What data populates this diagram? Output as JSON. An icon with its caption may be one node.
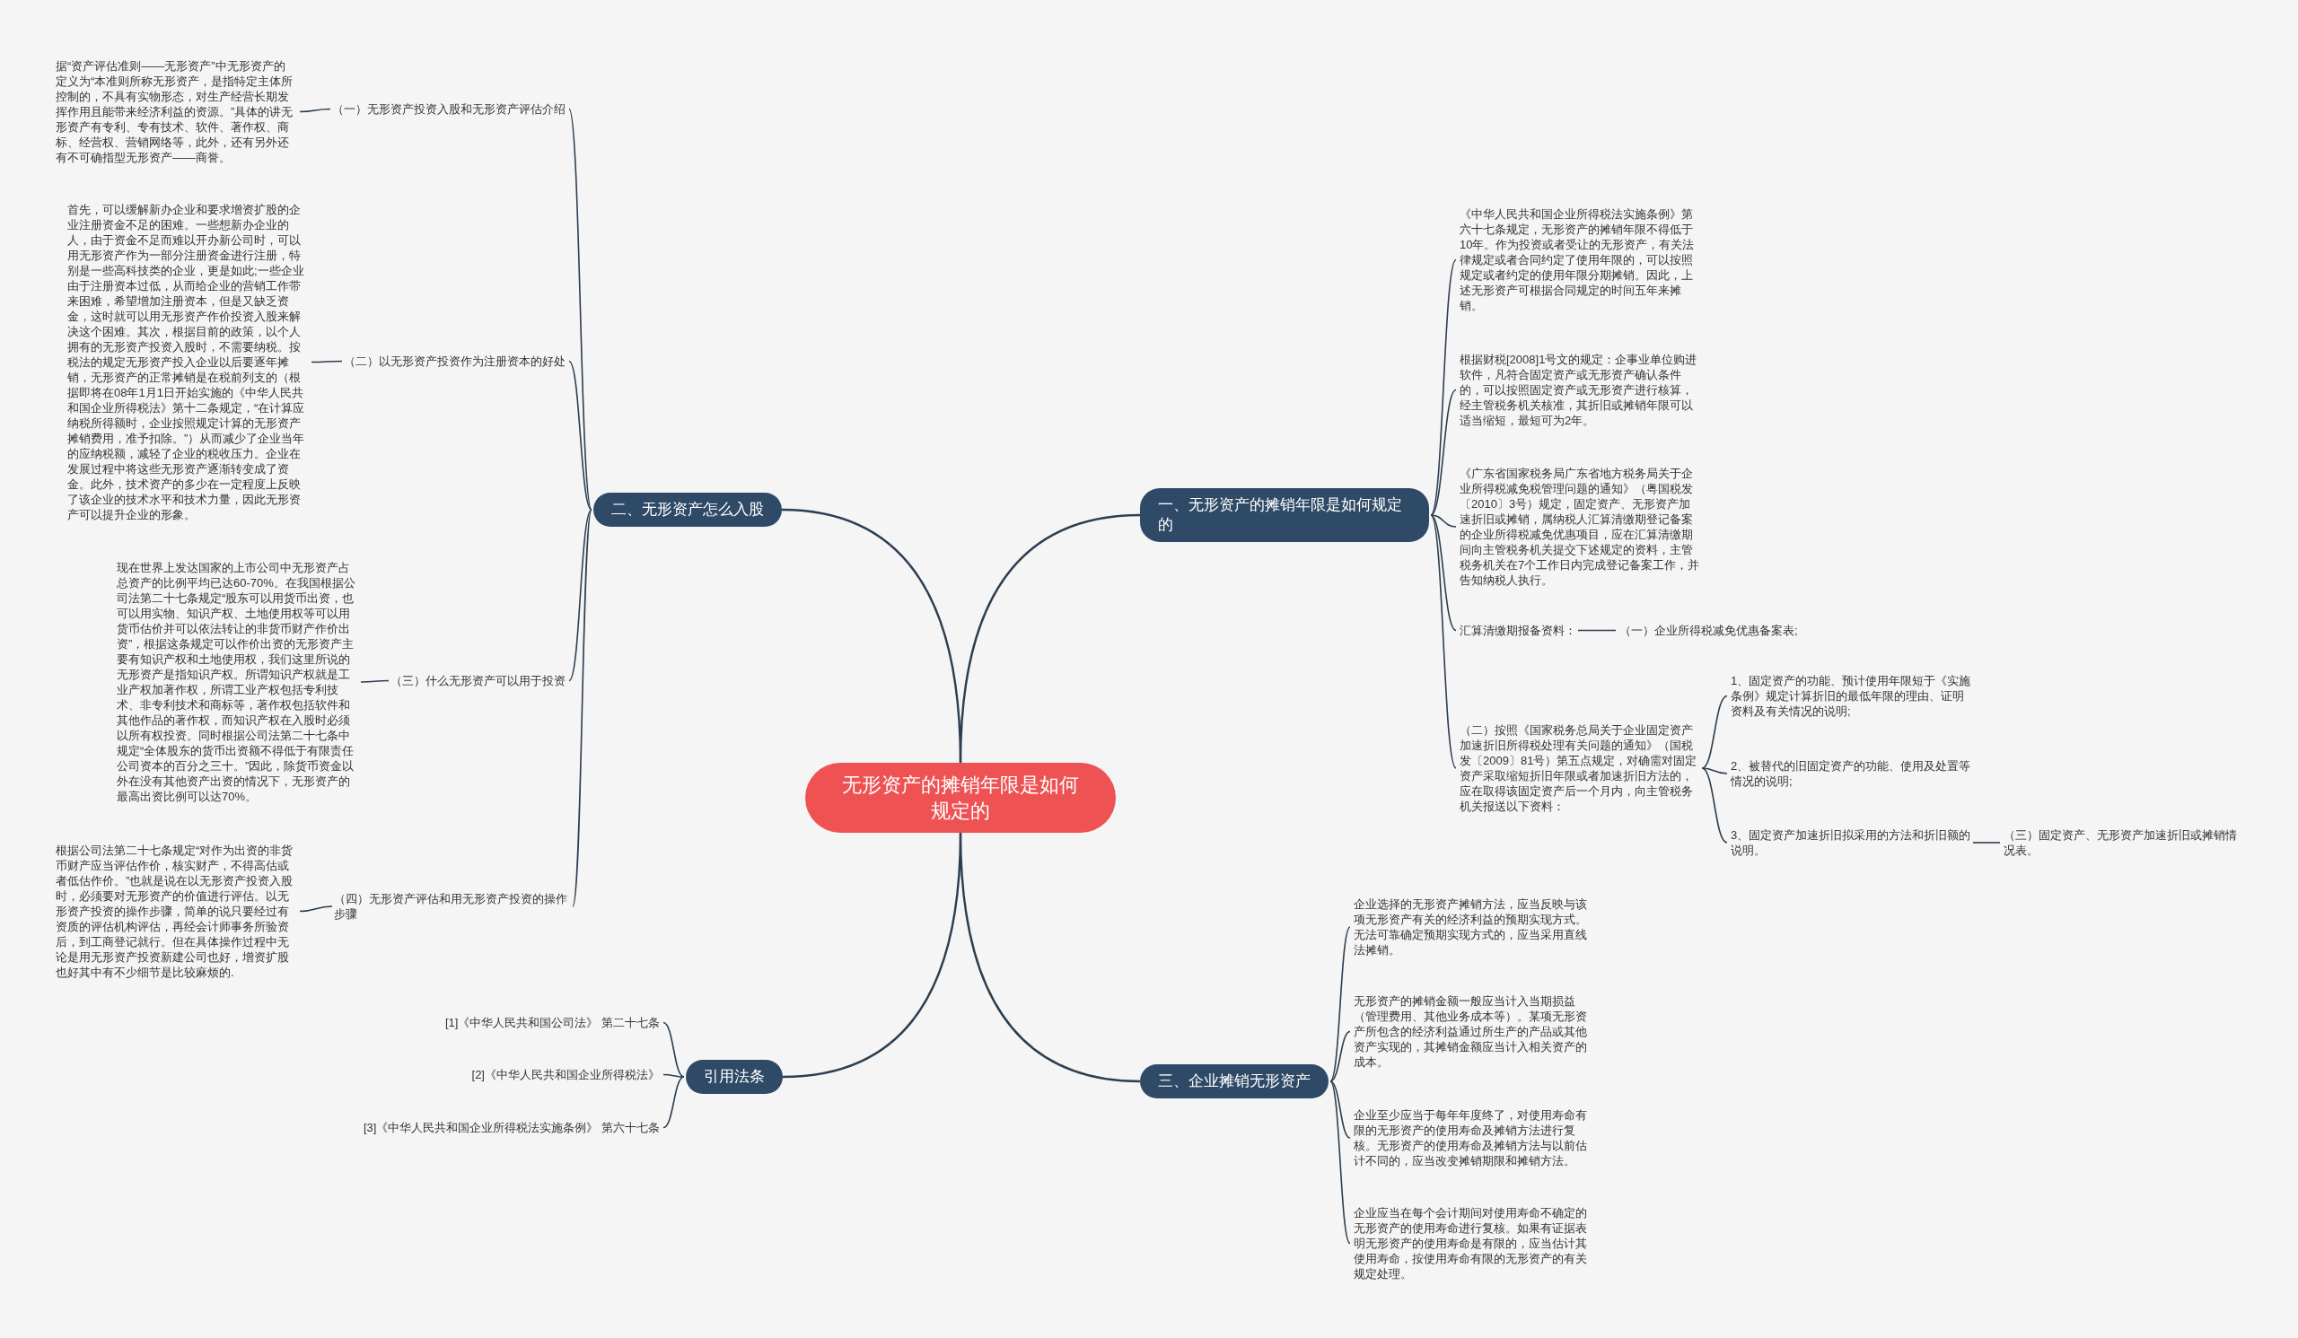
{
  "diagram": {
    "nodes": [
      {
        "text": [
          "无形资产的摊销年限是如何规定的"
        ]
      },
      {
        "text": [
          "一、无形资产的摊销年限是如何规定的"
        ]
      },
      {
        "text": [
          "二、无形资产怎么入股"
        ]
      },
      {
        "text": [
          "三、企业摊销无形资产"
        ]
      },
      {
        "text": [
          "引用法条"
        ]
      },
      {
        "text": [
          "《中华人民共和国企业所得税法实施条例》第六十七条规定，无形资产的摊销年限不得低于10年。作为投资或者受让的无形资产，有关法律规定或者合同约定了使用年限的，可以按照规定或者约定的使用年限分期摊销。因此，上述无形资产可根据合同规定的时间五年来摊销。"
        ]
      },
      {
        "text": [
          "根据财税[2008]1号文的规定：企事业单位购进软件，凡符合固定资产或无形资产确认条件的，可以按照固定资产或无形资产进行核算，经主管税务机关核准，其折旧或摊销年限可以适当缩短，最短可为2年。"
        ]
      },
      {
        "text": [
          "《广东省国家税务局广东省地方税务局关于企业所得税减免税管理问题的通知》（粤国税发〔2010〕3号）规定，固定资产、无形资产加速折旧或摊销，属纳税人汇算清缴期登记备案的企业所得税减免优惠项目，应在汇算清缴期间向主管税务机关提交下述规定的资料，主管税务机关在7个工作日内完成登记备案工作，并告知纳税人执行。"
        ]
      },
      {
        "text": [
          "汇算清缴期报备资料："
        ]
      },
      {
        "text": [
          "（一）企业所得税减免优惠备案表;"
        ]
      },
      {
        "text": [
          "（二）按照《国家税务总局关于企业固定资产加速折旧所得税处理有关问题的通知》（国税发〔2009〕81号）第五点规定，对确需对固定资产采取缩短折旧年限或者加速折旧方法的，应在取得该固定资产后一个月内，向主管税务机关报送以下资料："
        ]
      },
      {
        "text": [
          "1、固定资产的功能、预计使用年限短于《实施条例》规定计算折旧的最低年限的理由、证明资料及有关情况的说明;"
        ]
      },
      {
        "text": [
          "2、被替代的旧固定资产的功能、使用及处置等情况的说明;"
        ]
      },
      {
        "text": [
          "3、固定资产加速折旧拟采用的方法和折旧额的说明。"
        ]
      },
      {
        "text": [
          "（三）固定资产、无形资产加速折旧或摊销情况表。"
        ]
      },
      {
        "text": [
          "（一）无形资产投资入股和无形资产评估介绍"
        ]
      },
      {
        "text": [
          "据“资产评估准则——无形资产”中无形资产的定义为“本准则所称无形资产，是指特定主体所控制的，不具有实物形态，对生产经营长期发挥作用且能带来经济利益的资源。”具体的讲无形资产有专利、专有技术、软件、著作权、商标、经营权、营销网络等，此外，还有另外还有不可确指型无形资产——商誉。"
        ]
      },
      {
        "text": [
          "（二）以无形资产投资作为注册资本的好处"
        ]
      },
      {
        "text": [
          "首先，可以缓解新办企业和要求增资扩股的企业注册资金不足的困难。一些想新办企业的人，由于资金不足而难以开办新公司时，可以用无形资产作为一部分注册资金进行注册，特别是一些高科技类的企业，更是如此;一些企业由于注册资本过低，从而给企业的营销工作带来困难，希望增加注册资本，但是又缺乏资金，这时就可以用无形资产作价投资入股来解决这个困难。其次，根据目前的政策，以个人拥有的无形资产投资入股时，不需要纳税。按税法的规定无形资产投入企业以后要逐年摊销，无形资产的正常摊销是在税前列支的（根据即将在08年1月1日开始实施的《中华人民共和国企业所得税法》第十二条规定，“在计算应纳税所得额时，企业按照规定计算的无形资产摊销费用，准予扣除。”）从而减少了企业当年的应纳税额，减轻了企业的税收压力。企业在发展过程中将这些无形资产逐渐转变成了资金。此外，技术资产的多少在一定程度上反映了该企业的技术水平和技术力量，因此无形资产可以提升企业的形象。"
        ]
      },
      {
        "text": [
          "（三）什么无形资产可以用于投资"
        ]
      },
      {
        "text": [
          "现在世界上发达国家的上市公司中无形资产占总资产的比例平均已达60-70%。在我国根据公司法第二十七条规定“股东可以用货币出资，也可以用实物、知识产权、土地使用权等可以用货币估价并可以依法转让的非货币财产作价出资”，根据这条规定可以作价出资的无形资产主要有知识产权和土地使用权，我们这里所说的无形资产是指知识产权。所谓知识产权就是工业产权加著作权，所谓工业产权包括专利技术、非专利技术和商标等，著作权包括软件和其他作品的著作权，而知识产权在入股时必须以所有权投资。同时根据公司法第二十七条中规定“全体股东的货币出资额不得低于有限责任公司资本的百分之三十。”因此，除货币资金以外在没有其他资产出资的情况下，无形资产的最高出资比例可以达70%。"
        ]
      },
      {
        "text": [
          "（四）无形资产评估和用无形资产投资的操作步骤"
        ]
      },
      {
        "text": [
          "根据公司法第二十七条规定“对作为出资的非货币财产应当评估作价，核实财产，不得高估或者低估作价。”也就是说在以无形资产投资入股时，必须要对无形资产的价值进行评估。以无形资产投资的操作步骤，简单的说只要经过有资质的评估机构评估，再经会计师事务所验资后，到工商登记就行。但在具体操作过程中无论是用无形资产投资新建公司也好，增资扩股也好其中有不少细节是比较麻烦的."
        ]
      },
      {
        "text": [
          "企业选择的无形资产摊销方法，应当反映与该项无形资产有关的经济利益的预期实现方式。无法可靠确定预期实现方式的，应当采用直线法摊销。"
        ]
      },
      {
        "text": [
          "无形资产的摊销金额一般应当计入当期损益（管理费用、其他业务成本等）。某项无形资产所包含的经济利益通过所生产的产品或其他资产实现的，其摊销金额应当计入相关资产的成本。"
        ]
      },
      {
        "text": [
          "企业至少应当于每年年度终了，对使用寿命有限的无形资产的使用寿命及摊销方法进行复核。无形资产的使用寿命及摊销方法与以前估计不同的，应当改变摊销期限和摊销方法。"
        ]
      },
      {
        "text": [
          "企业应当在每个会计期间对使用寿命不确定的无形资产的使用寿命进行复核。如果有证据表明无形资产的使用寿命是有限的，应当估计其使用寿命，按使用寿命有限的无形资产的有关规定处理。"
        ]
      },
      {
        "text": [
          "[1]《中华人民共和国公司法》 第二十七条"
        ]
      },
      {
        "text": [
          "[2]《中华人民共和国企业所得税法》"
        ]
      },
      {
        "text": [
          "[3]《中华人民共和国企业所得税法实施条例》 第六十七条"
        ]
      }
    ],
    "edges": [
      {
        "from": 0,
        "to": 1,
        "arrow": "none"
      },
      {
        "from": 0,
        "to": 2,
        "arrow": "none"
      },
      {
        "from": 0,
        "to": 3,
        "arrow": "none"
      },
      {
        "from": 0,
        "to": 4,
        "arrow": "none"
      },
      {
        "from": 1,
        "to": 5,
        "arrow": "none"
      },
      {
        "from": 1,
        "to": 6,
        "arrow": "none"
      },
      {
        "from": 1,
        "to": 7,
        "arrow": "none"
      },
      {
        "from": 1,
        "to": 8,
        "arrow": "none"
      },
      {
        "from": 8,
        "to": 9,
        "arrow": "none"
      },
      {
        "from": 1,
        "to": 10,
        "arrow": "none"
      },
      {
        "from": 10,
        "to": 11,
        "arrow": "none"
      },
      {
        "from": 10,
        "to": 12,
        "arrow": "none"
      },
      {
        "from": 10,
        "to": 13,
        "arrow": "none"
      },
      {
        "from": 13,
        "to": 14,
        "arrow": "none"
      },
      {
        "from": 2,
        "to": 15,
        "arrow": "none"
      },
      {
        "from": 15,
        "to": 16,
        "arrow": "none"
      },
      {
        "from": 2,
        "to": 17,
        "arrow": "none"
      },
      {
        "from": 17,
        "to": 18,
        "arrow": "none"
      },
      {
        "from": 2,
        "to": 19,
        "arrow": "none"
      },
      {
        "from": 19,
        "to": 20,
        "arrow": "none"
      },
      {
        "from": 2,
        "to": 21,
        "arrow": "none"
      },
      {
        "from": 21,
        "to": 22,
        "arrow": "none"
      },
      {
        "from": 3,
        "to": 23,
        "arrow": "none"
      },
      {
        "from": 3,
        "to": 24,
        "arrow": "none"
      },
      {
        "from": 3,
        "to": 25,
        "arrow": "none"
      },
      {
        "from": 3,
        "to": 26,
        "arrow": "none"
      },
      {
        "from": 4,
        "to": 27,
        "arrow": "none"
      },
      {
        "from": 4,
        "to": 28,
        "arrow": "none"
      },
      {
        "from": 4,
        "to": 29,
        "arrow": "none"
      }
    ]
  }
}
